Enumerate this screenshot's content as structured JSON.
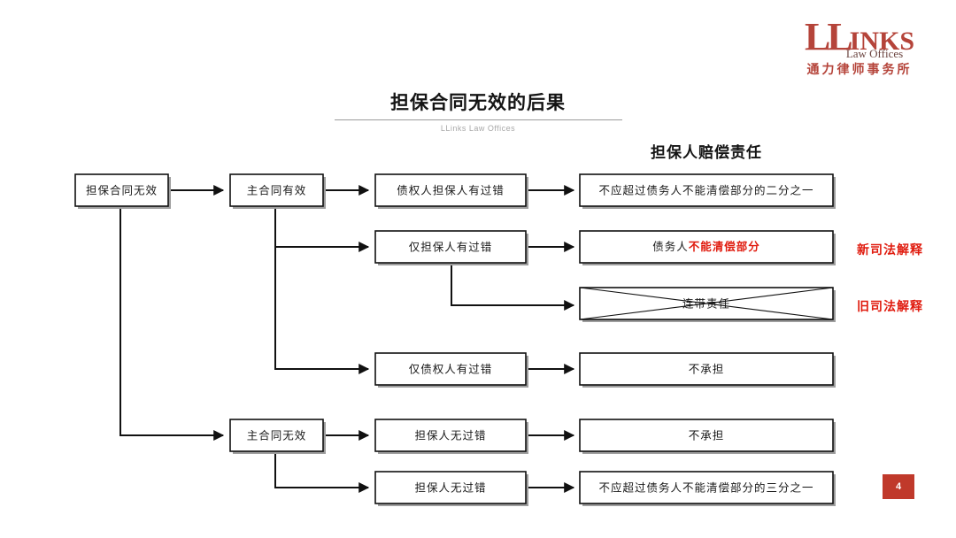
{
  "logo": {
    "mark_ll": "LL",
    "mark_inks": "INKS",
    "tagline": "Law Offices",
    "chinese": "通力律师事务所"
  },
  "header": {
    "title": "担保合同无效的后果",
    "subtitle": "LLinks Law Offices"
  },
  "column_heading": "担保人赔偿责任",
  "nodes": {
    "root": "担保合同无效",
    "main_valid": "主合同有效",
    "main_invalid": "主合同无效",
    "fault_both": "债权人担保人有过错",
    "fault_guarantor": "仅担保人有过错",
    "fault_creditor": "仅债权人有过错",
    "no_fault_1": "担保人无过错",
    "no_fault_2": "担保人无过错",
    "result_half": "不应超过债务人不能清偿部分的二分之一",
    "result_unpaid_prefix": "债务人",
    "result_unpaid_emphasis": "不能清偿部分",
    "result_joint": "连带责任",
    "result_none_1": "不承担",
    "result_none_2": "不承担",
    "result_third": "不应超过债务人不能清偿部分的三分之一"
  },
  "annotations": {
    "new_interpretation": "新司法解释",
    "old_interpretation": "旧司法解释"
  },
  "page_number": "4",
  "colors": {
    "brand_red": "#b5443a",
    "accent_red": "#e01b0e",
    "badge_red": "#c0392b",
    "line": "#111111"
  }
}
